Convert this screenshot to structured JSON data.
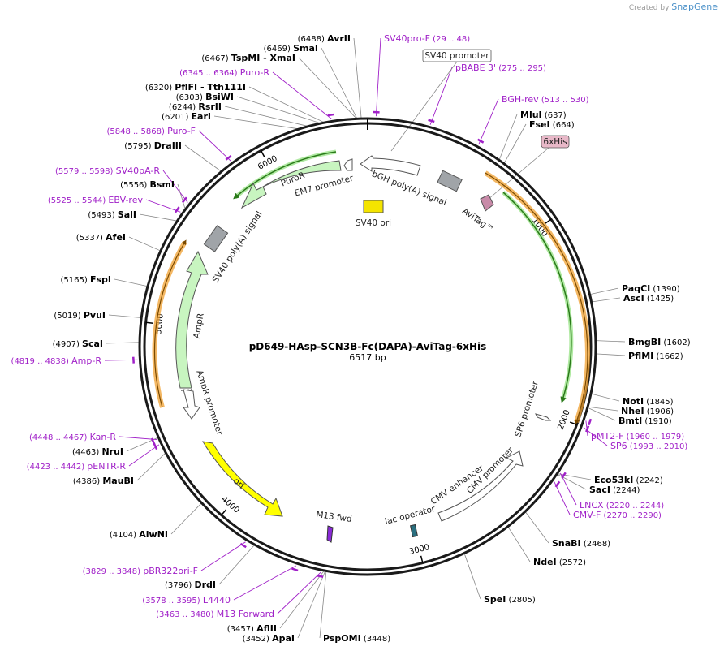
{
  "credit": {
    "prefix": "Created by",
    "brand": "SnapGene"
  },
  "plasmid": {
    "name": "pD649-HAsp-SCN3B-Fc(DAPA)-AviTag-6xHis",
    "length_label": "6517 bp",
    "length": 6517
  },
  "ticks": [
    "1000",
    "2000",
    "3000",
    "4000",
    "5000",
    "6000"
  ],
  "sites": [
    {
      "name": "AvrII",
      "pos": "6488"
    },
    {
      "name": "SmaI",
      "pos": "6469"
    },
    {
      "name": "TspMI  - XmaI",
      "pos": "6467"
    },
    {
      "name": "PflFI  - Tth111I",
      "pos": "6320"
    },
    {
      "name": "BsiWI",
      "pos": "6303"
    },
    {
      "name": "RsrII",
      "pos": "6244"
    },
    {
      "name": "EarI",
      "pos": "6201"
    },
    {
      "name": "DraIII",
      "pos": "5795"
    },
    {
      "name": "BsmI",
      "pos": "5556"
    },
    {
      "name": "SalI",
      "pos": "5493"
    },
    {
      "name": "AfeI",
      "pos": "5337"
    },
    {
      "name": "FspI",
      "pos": "5165"
    },
    {
      "name": "PvuI",
      "pos": "5019"
    },
    {
      "name": "ScaI",
      "pos": "4907"
    },
    {
      "name": "NruI",
      "pos": "4463"
    },
    {
      "name": "MauBI",
      "pos": "4386"
    },
    {
      "name": "AlwNI",
      "pos": "4104"
    },
    {
      "name": "DrdI",
      "pos": "3796"
    },
    {
      "name": "AflII",
      "pos": "3457"
    },
    {
      "name": "ApaI",
      "pos": "3452"
    },
    {
      "name": "PspOMI",
      "pos": "3448"
    },
    {
      "name": "SpeI",
      "pos": "2805"
    },
    {
      "name": "NdeI",
      "pos": "2572"
    },
    {
      "name": "SnaBI",
      "pos": "2468"
    },
    {
      "name": "SacI",
      "pos": "2244"
    },
    {
      "name": "Eco53kI",
      "pos": "2242"
    },
    {
      "name": "BmtI",
      "pos": "1910"
    },
    {
      "name": "NheI",
      "pos": "1906"
    },
    {
      "name": "NotI",
      "pos": "1845"
    },
    {
      "name": "PflMI",
      "pos": "1662"
    },
    {
      "name": "BmgBI",
      "pos": "1602"
    },
    {
      "name": "AscI",
      "pos": "1425"
    },
    {
      "name": "PaqCI",
      "pos": "1390"
    },
    {
      "name": "FseI",
      "pos": "664"
    },
    {
      "name": "MluI",
      "pos": "637"
    }
  ],
  "primers": [
    {
      "name": "SV40pro-F",
      "range": "(29 .. 48)"
    },
    {
      "name": "pBABE 3'",
      "range": "(275 .. 295)"
    },
    {
      "name": "BGH-rev",
      "range": "(513 .. 530)"
    },
    {
      "name": "Puro-R",
      "range": "(6345 .. 6364)"
    },
    {
      "name": "Puro-F",
      "range": "(5848 .. 5868)"
    },
    {
      "name": "SV40pA-R",
      "range": "(5579 .. 5598)"
    },
    {
      "name": "EBV-rev",
      "range": "(5525 .. 5544)"
    },
    {
      "name": "Amp-R",
      "range": "(4819 .. 4838)"
    },
    {
      "name": "Kan-R",
      "range": "(4448 .. 4467)"
    },
    {
      "name": "pENTR-R",
      "range": "(4423 .. 4442)"
    },
    {
      "name": "pBR322ori-F",
      "range": "(3829 .. 3848)"
    },
    {
      "name": "L4440",
      "range": "(3578 .. 3595)"
    },
    {
      "name": "M13 Forward",
      "range": "(3463 .. 3480)"
    },
    {
      "name": "pMT2-F",
      "range": "(1960 .. 1979)"
    },
    {
      "name": "SP6",
      "range": "(1993 .. 2010)"
    },
    {
      "name": "LNCX",
      "range": "(2220 .. 2244)"
    },
    {
      "name": "CMV-F",
      "range": "(2270 .. 2290)"
    }
  ],
  "features": [
    {
      "name": "SV40 promoter"
    },
    {
      "name": "6xHis"
    },
    {
      "name": "bGH poly(A) signal"
    },
    {
      "name": "AviTag™"
    },
    {
      "name": "SV40 ori"
    },
    {
      "name": "EM7 promoter"
    },
    {
      "name": "PuroR"
    },
    {
      "name": "SV40 poly(A) signal"
    },
    {
      "name": "AmpR"
    },
    {
      "name": "AmpR promoter"
    },
    {
      "name": "ori"
    },
    {
      "name": "M13 fwd"
    },
    {
      "name": "lac operator"
    },
    {
      "name": "CMV enhancer"
    },
    {
      "name": "CMV promoter"
    },
    {
      "name": "SP6 promoter"
    }
  ],
  "colors": {
    "backbone": "#1a1a1a",
    "primer": "#a020c8",
    "puro": "#c8f5c0",
    "amp": "#c8f5c0",
    "ori": "#ffff00",
    "orange_arc": "#f0a030",
    "green_arc": "#3a9a2a",
    "polyA": "#a0a4a8",
    "avitag": "#c88aa8",
    "his": "#e8b8c8",
    "m13": "#8a2ad8",
    "lacop": "#2a7080",
    "sv40ori": "#f4e400"
  }
}
